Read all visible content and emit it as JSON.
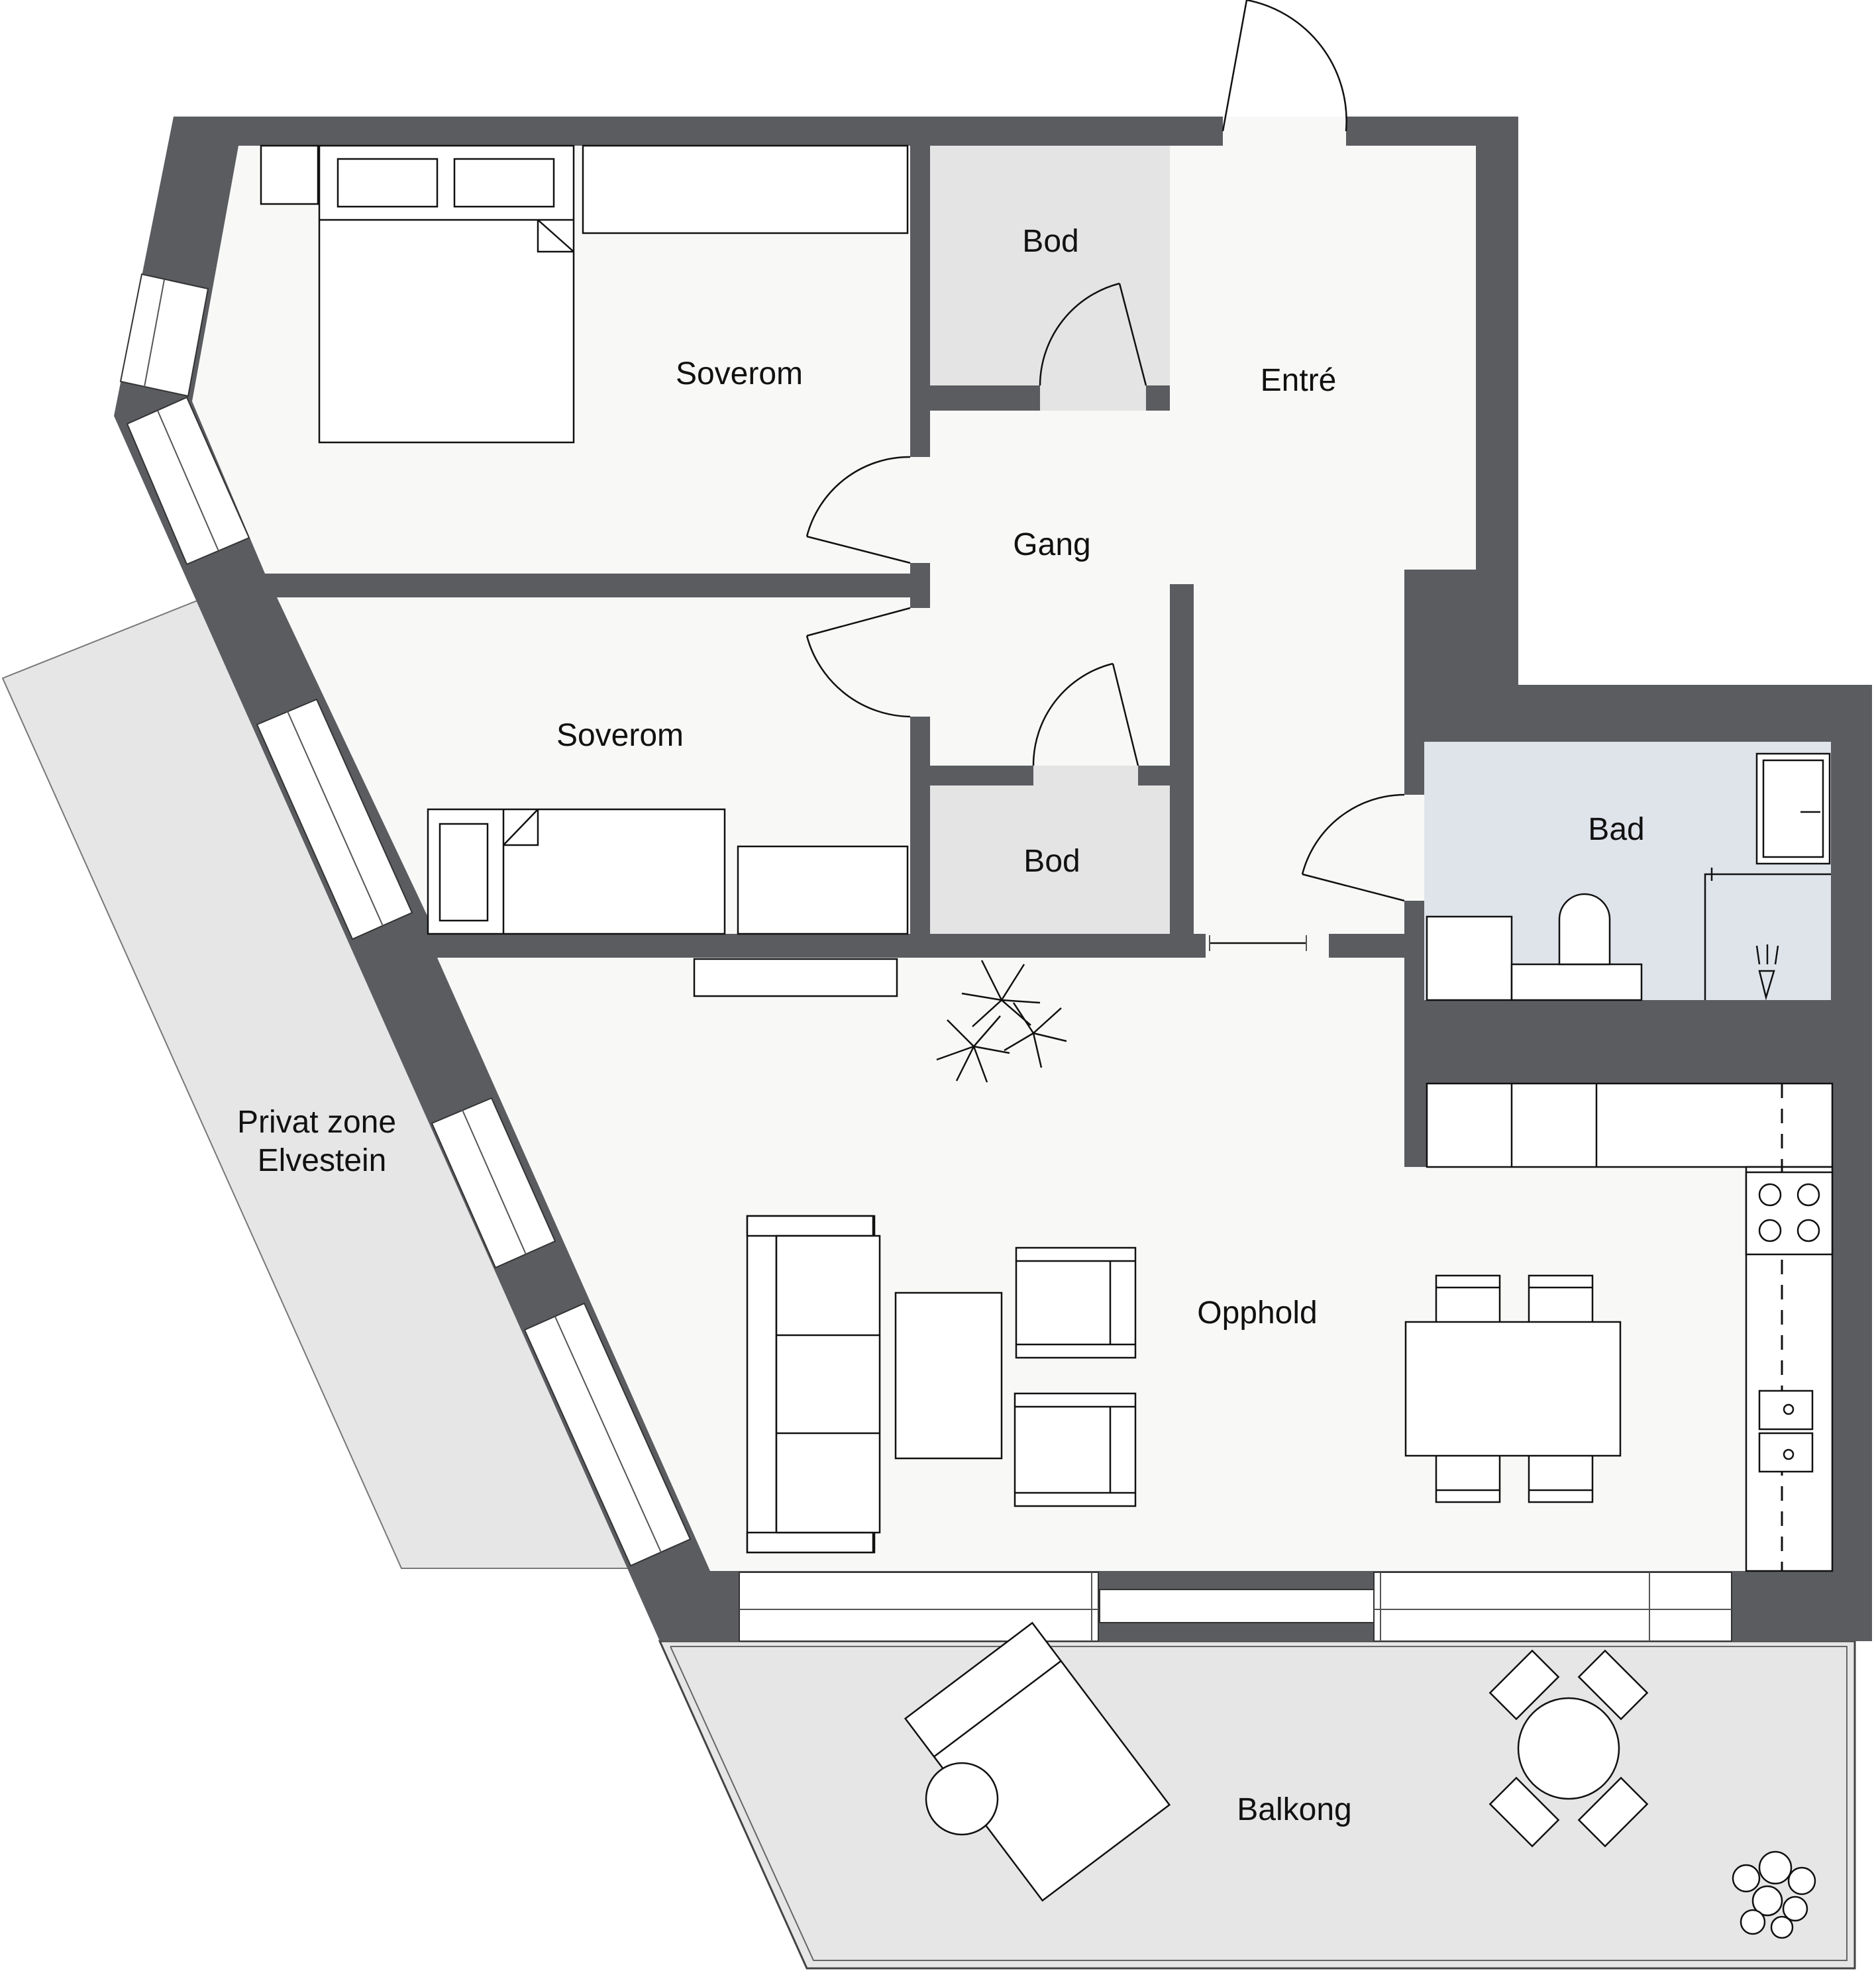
{
  "rooms": {
    "bod_top": "Bod",
    "soverom_top": "Soverom",
    "entre": "Entré",
    "gang": "Gang",
    "soverom_bottom": "Soverom",
    "bod_bottom": "Bod",
    "bad": "Bad",
    "privat_line1": "Privat zone",
    "privat_line2": "Elvestein",
    "opphold": "Opphold",
    "balkong": "Balkong"
  },
  "colors": {
    "wall": "#5a5c60",
    "floor": "#f8f8f7",
    "storage": "#e4e4e4",
    "bathroom": "#dfe3ea",
    "outdoor": "#e6e6e6"
  }
}
